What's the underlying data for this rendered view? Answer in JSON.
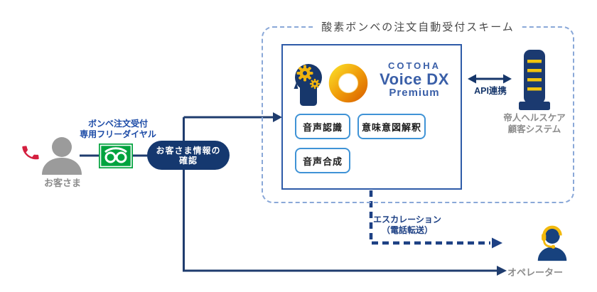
{
  "title": "酸素ボンベの注文自動受付スキーム",
  "customer": {
    "label": "お客さま"
  },
  "freedial": {
    "line1": "ボンベ注文受付",
    "line2": "専用フリーダイヤル"
  },
  "confirm_pill": {
    "line1": "お客さま情報の",
    "line2": "確認"
  },
  "cotoha": {
    "brand": "COTOHA",
    "product": "Voice DX",
    "edition": "Premium"
  },
  "capabilities": {
    "asr": "音声認識",
    "nlu": "意味意図解釈",
    "tts": "音声合成"
  },
  "api_link": {
    "label": "API連携"
  },
  "crm_system": {
    "line1": "帝人ヘルスケア",
    "line2": "顧客システム"
  },
  "escalation": {
    "line1": "エスカレーション",
    "line2": "（電話転送）"
  },
  "operator": {
    "label": "オペレーター"
  },
  "colors": {
    "navy": "#1f3c6e",
    "pill_navy": "#15386f",
    "cotoha_blue": "#3a5fa8",
    "capability_border": "#3f93d6",
    "dashed_frame": "#8aa8d8",
    "escalation_blue": "#1d4084",
    "freedial_green": "#00a33e",
    "phone_red": "#d41f3f",
    "accent_yellow": "#f2c40e",
    "gray_label": "#8c8c8c",
    "title_gray": "#4a4a4a",
    "ring_orange_light": "#f9d423",
    "ring_orange_dark": "#dd6b00"
  }
}
